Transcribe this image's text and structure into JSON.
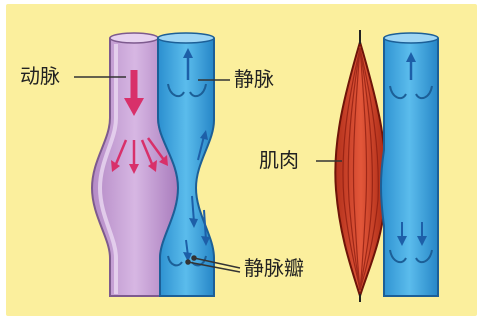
{
  "labels": {
    "artery": "动脉",
    "vein": "静脉",
    "muscle": "肌肉",
    "valve": "静脉瓣"
  },
  "colors": {
    "background": "#fbef9d",
    "artery_fill": "#c9a3d8",
    "artery_arrow": "#d8306a",
    "vein_fill": "#3aa4dd",
    "vein_arrow": "#1d5fa8",
    "muscle_fill": "#d9442a",
    "muscle_stripe": "#8c1c10"
  },
  "icons": {
    "blood_flow_arrow": "arrow-down-icon",
    "valve": "vein-valve-icon"
  }
}
